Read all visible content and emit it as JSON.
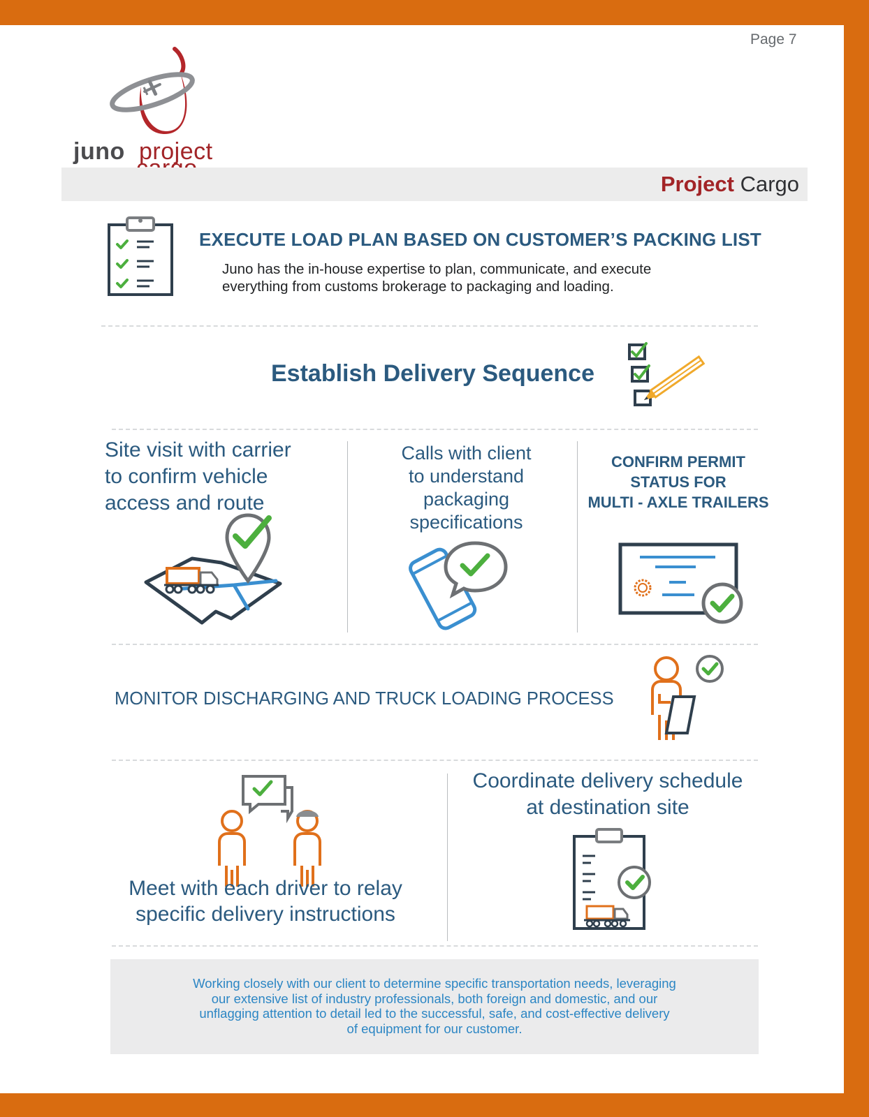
{
  "page": {
    "number_label": "Page 7"
  },
  "logo": {
    "word1": "juno",
    "word2": "project",
    "word3": "cargo"
  },
  "title_band": {
    "bold": "Project",
    "rest": " Cargo"
  },
  "section_execute": {
    "heading": "EXECUTE LOAD PLAN BASED ON CUSTOMER’S PACKING LIST",
    "body": "Juno has the in-house expertise to plan, communicate, and execute everything from customs brokerage to packaging and loading."
  },
  "section_sequence": {
    "heading": "Establish Delivery Sequence"
  },
  "columns": {
    "site_visit": {
      "lines": [
        "Site visit with carrier",
        "to confirm vehicle",
        "access and route"
      ]
    },
    "calls": {
      "lines": [
        "Calls with client",
        "to understand",
        "packaging",
        "specifications"
      ]
    },
    "permit": {
      "lines": [
        "CONFIRM PERMIT",
        "STATUS FOR",
        "MULTI - AXLE TRAILERS"
      ]
    }
  },
  "section_monitor": {
    "heading": "MONITOR DISCHARGING AND TRUCK LOADING PROCESS"
  },
  "section_meet": {
    "lines": [
      "Meet with each driver to relay",
      "specific delivery instructions"
    ]
  },
  "section_coordinate": {
    "lines": [
      "Coordinate delivery schedule",
      "at destination site"
    ]
  },
  "summary": {
    "lines": [
      "Working closely with our client to determine specific transportation needs, leveraging",
      "our extensive list of industry professionals, both foreign and domestic, and our",
      "unflagging attention to detail led to the successful, safe, and cost-effective delivery",
      "of equipment for our customer."
    ]
  },
  "colors": {
    "frame_orange": "#d96c10",
    "brand_red": "#a22427",
    "heading_navy": "#2b5a7f",
    "check_green": "#4caf3e",
    "icon_blue": "#3a8fd0",
    "summary_text_blue": "#2c86c4"
  },
  "icons": [
    "logo-swoosh-icon",
    "clipboard-checklist-icon",
    "checkbox-pencil-icon",
    "map-route-truck-icon",
    "phone-chat-check-icon",
    "permit-certificate-icon",
    "inspector-tablet-icon",
    "drivers-chat-icon",
    "clipboard-truck-icon"
  ]
}
